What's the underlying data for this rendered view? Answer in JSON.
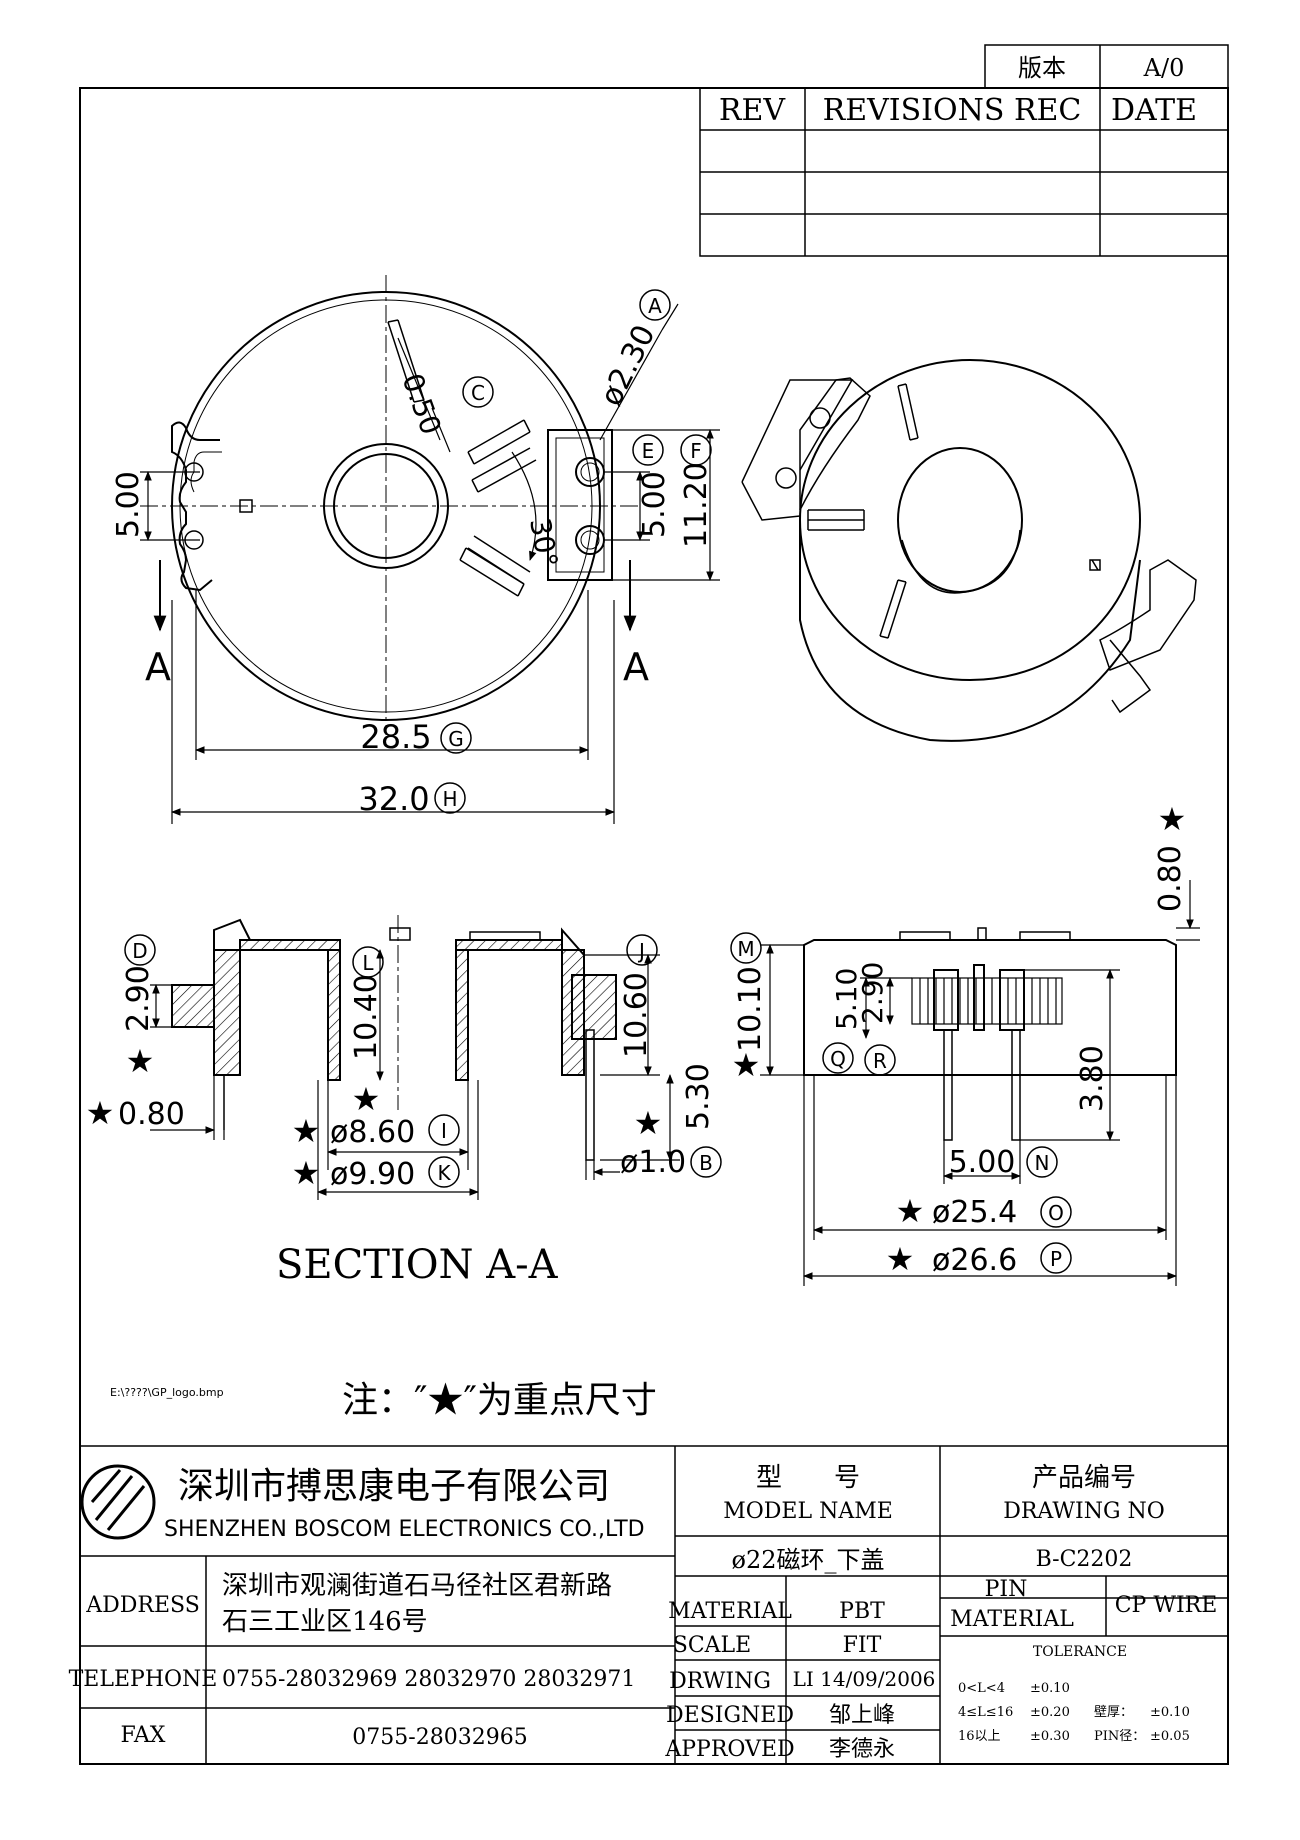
{
  "version_box": {
    "label": "版本",
    "value": "A/0"
  },
  "revision_table": {
    "rev": "REV",
    "revisions_rec": "REVISIONS REC",
    "date": "DATE"
  },
  "dimensions": {
    "pin_dia_A": "ø2.30",
    "circle_A": "A",
    "angle_050": "0.50",
    "circle_C": "C",
    "dim_500_left": "5.00",
    "dim_500_right": "5.00",
    "dim_1120": "11.20",
    "circle_E": "E",
    "circle_F": "F",
    "angle_30": "30°",
    "section_A_left": "A",
    "section_A_right": "A",
    "dim_285": "28.5",
    "circle_G": "G",
    "dim_320": "32.0",
    "circle_H": "H",
    "dim_080_top": "0.80",
    "circle_D": "D",
    "dim_290_left": "2.90",
    "circle_L": "L",
    "dim_1040": "10.40",
    "circle_J": "J",
    "dim_1060": "10.60",
    "dim_530": "5.30",
    "dim_080_left": "0.80",
    "dim_860": "ø8.60",
    "circle_I": "I",
    "dim_990": "ø9.90",
    "circle_K": "K",
    "dim_10": "ø1.0",
    "circle_B": "B",
    "circle_M": "M",
    "dim_1010": "10.10",
    "dim_510": "5.10",
    "dim_290_right": "2.90",
    "circle_Q": "Q",
    "circle_R": "R",
    "dim_380": "3.80",
    "dim_500_N": "5.00",
    "circle_N": "N",
    "dim_254": "ø25.4",
    "circle_O": "O",
    "dim_266": "ø26.6",
    "circle_P": "P",
    "star": "★"
  },
  "section_label": "SECTION A-A",
  "logo_path": "E:\\????\\GP_logo.bmp",
  "note": "注：″★″为重点尺寸",
  "title_block": {
    "company_cn": "深圳市搏思康电子有限公司",
    "company_en": "SHENZHEN BOSCOM ELECTRONICS CO.,LTD",
    "model_cn": "型　　号",
    "model_en": "MODEL NAME",
    "model_value": "ø22磁环_下盖",
    "drawing_no_cn": "产品编号",
    "drawing_no_en": "DRAWING NO",
    "drawing_no_value": "B-C2202",
    "address_label": "ADDRESS",
    "address_line1": "深圳市观澜街道石马径社区君新路",
    "address_line2": "石三工业区146号",
    "telephone_label": "TELEPHONE",
    "telephone_value": "0755-28032969 28032970 28032971",
    "fax_label": "FAX",
    "fax_value": "0755-28032965",
    "material_label": "MATERIAL",
    "material_value": "PBT",
    "scale_label": "SCALE",
    "scale_value": "FIT",
    "drwing_label": "DRWING",
    "drwing_value": "LI 14/09/2006",
    "designed_label": "DESIGNED",
    "designed_value": "邹上峰",
    "approved_label": "APPROVED",
    "approved_value": "李德永",
    "pin_material_label_1": "PIN",
    "pin_material_label_2": "MATERIAL",
    "pin_material_value": "CP WIRE",
    "tolerance_label": "TOLERANCE",
    "tol_row1_range": "0<L<4",
    "tol_row1_value": "±0.10",
    "tol_row2_range": "4≤L≤16",
    "tol_row2_value": "±0.20",
    "tol_row2_wall": "壁厚：",
    "tol_row2_wall_value": "±0.10",
    "tol_row3_range": "16以上",
    "tol_row3_value": "±0.30",
    "tol_row3_pin": "PIN径：",
    "tol_row3_pin_value": "±0.05"
  }
}
